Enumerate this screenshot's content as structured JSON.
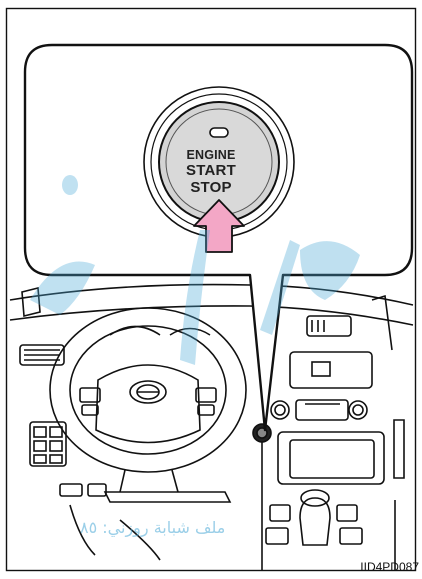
{
  "button": {
    "line1": "ENGINE",
    "line2": "START",
    "line3": "STOP"
  },
  "figure_code": "IID4PD087",
  "watermark": {
    "text": "ملف شبابة روزني: ٨٥",
    "color": "#4aa9d6"
  },
  "colors": {
    "arrow": "#f3a7c6",
    "button_face": "#d4d4d4",
    "outline": "#111111"
  },
  "icons": [
    "power-button-icon",
    "press-arrow-icon",
    "toyota-emblem-icon"
  ]
}
